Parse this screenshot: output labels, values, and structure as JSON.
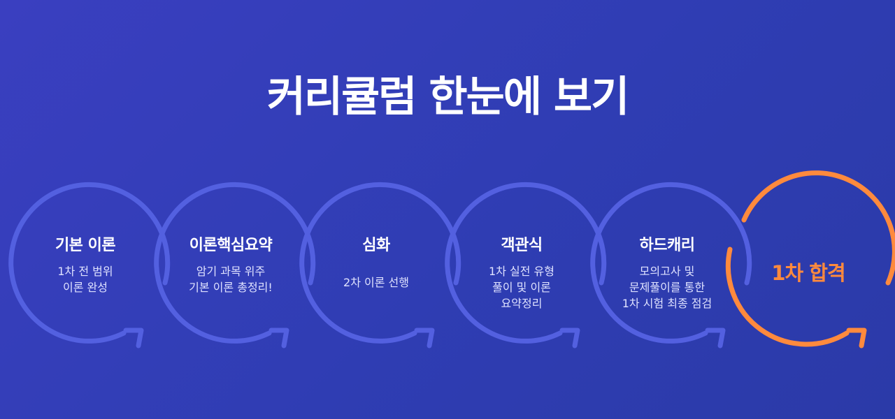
{
  "page": {
    "title": "커리큘럼 한눈에 보기"
  },
  "colors": {
    "background": "#3340b8",
    "ring": "#5360e0",
    "final_ring": "#ff8a3d",
    "final_text": "#ff8a3d",
    "title_text": "#ffffff"
  },
  "stages": [
    {
      "title": "기본 이론",
      "lines": [
        "1차 전 범위",
        "이론 완성"
      ]
    },
    {
      "title": "이론핵심요약",
      "lines": [
        "암기 과목 위주",
        "기본 이론 총정리!"
      ]
    },
    {
      "title": "심화",
      "lines": [
        "2차 이론 선행"
      ]
    },
    {
      "title": "객관식",
      "lines": [
        "1차 실전 유형",
        "풀이 및 이론",
        "요약정리"
      ]
    },
    {
      "title": "하드캐리",
      "lines": [
        "모의고사 및",
        "문제풀이를 통한",
        "1차 시험 최종 점검"
      ]
    },
    {
      "title": "1차 합격",
      "lines": []
    }
  ],
  "icons": [
    "circular-arrow-icon"
  ]
}
